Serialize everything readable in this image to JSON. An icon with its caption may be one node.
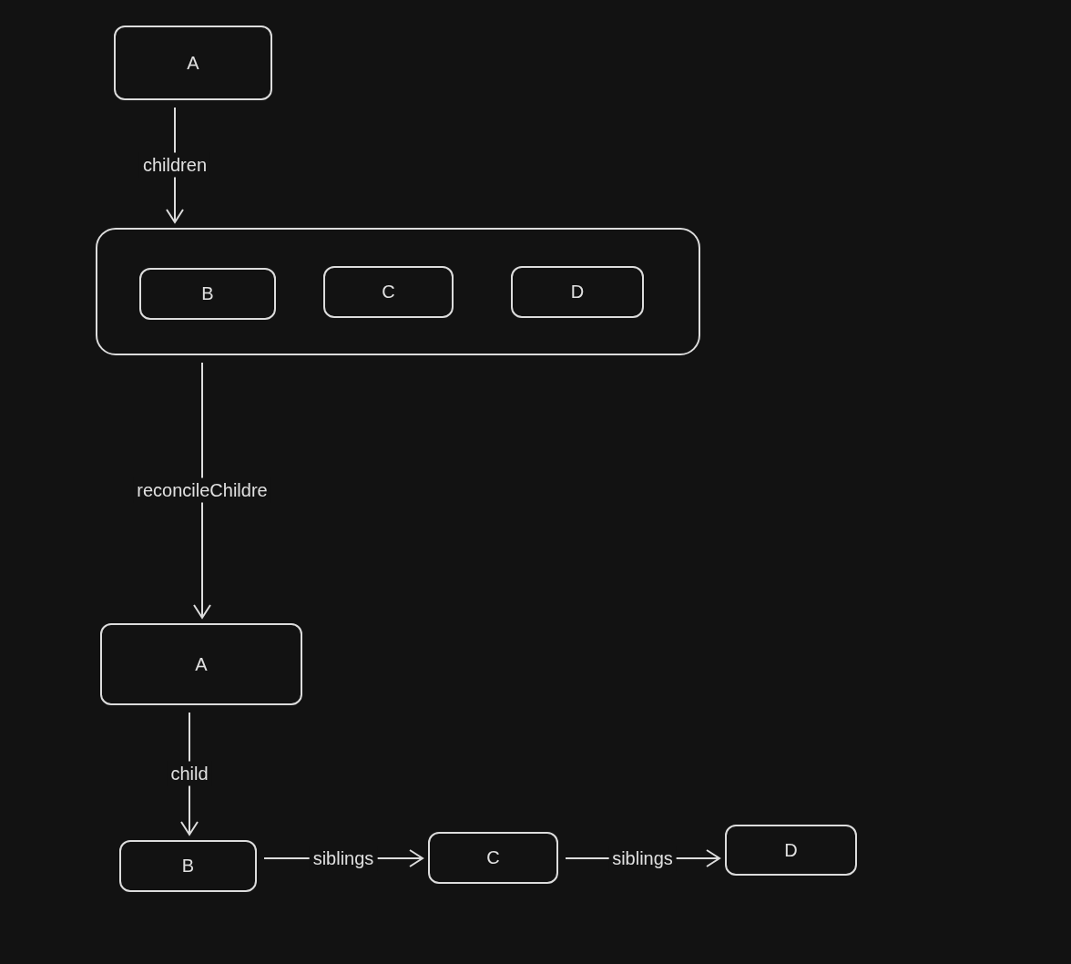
{
  "diagram": {
    "nodes": [
      {
        "text": [
          "A"
        ]
      },
      {
        "text": [],
        "shape": "box"
      },
      {
        "text": [
          "B"
        ],
        "in": 1
      },
      {
        "text": [
          "C"
        ],
        "in": 1
      },
      {
        "text": [
          "D"
        ],
        "in": 1
      },
      {
        "text": [
          "A"
        ]
      },
      {
        "text": [
          "B"
        ]
      },
      {
        "text": [
          "C"
        ]
      },
      {
        "text": [
          "D"
        ]
      }
    ],
    "edges": [
      {
        "from": 0,
        "to": 1,
        "arrow": "to",
        "label": "children"
      },
      {
        "from": 1,
        "to": 5,
        "arrow": "to",
        "label": "reconcileChildre"
      },
      {
        "from": 5,
        "to": 6,
        "arrow": "to",
        "label": "child"
      },
      {
        "from": 6,
        "to": 7,
        "arrow": "to",
        "label": "siblings"
      },
      {
        "from": 7,
        "to": 8,
        "arrow": "to",
        "label": "siblings"
      }
    ]
  }
}
